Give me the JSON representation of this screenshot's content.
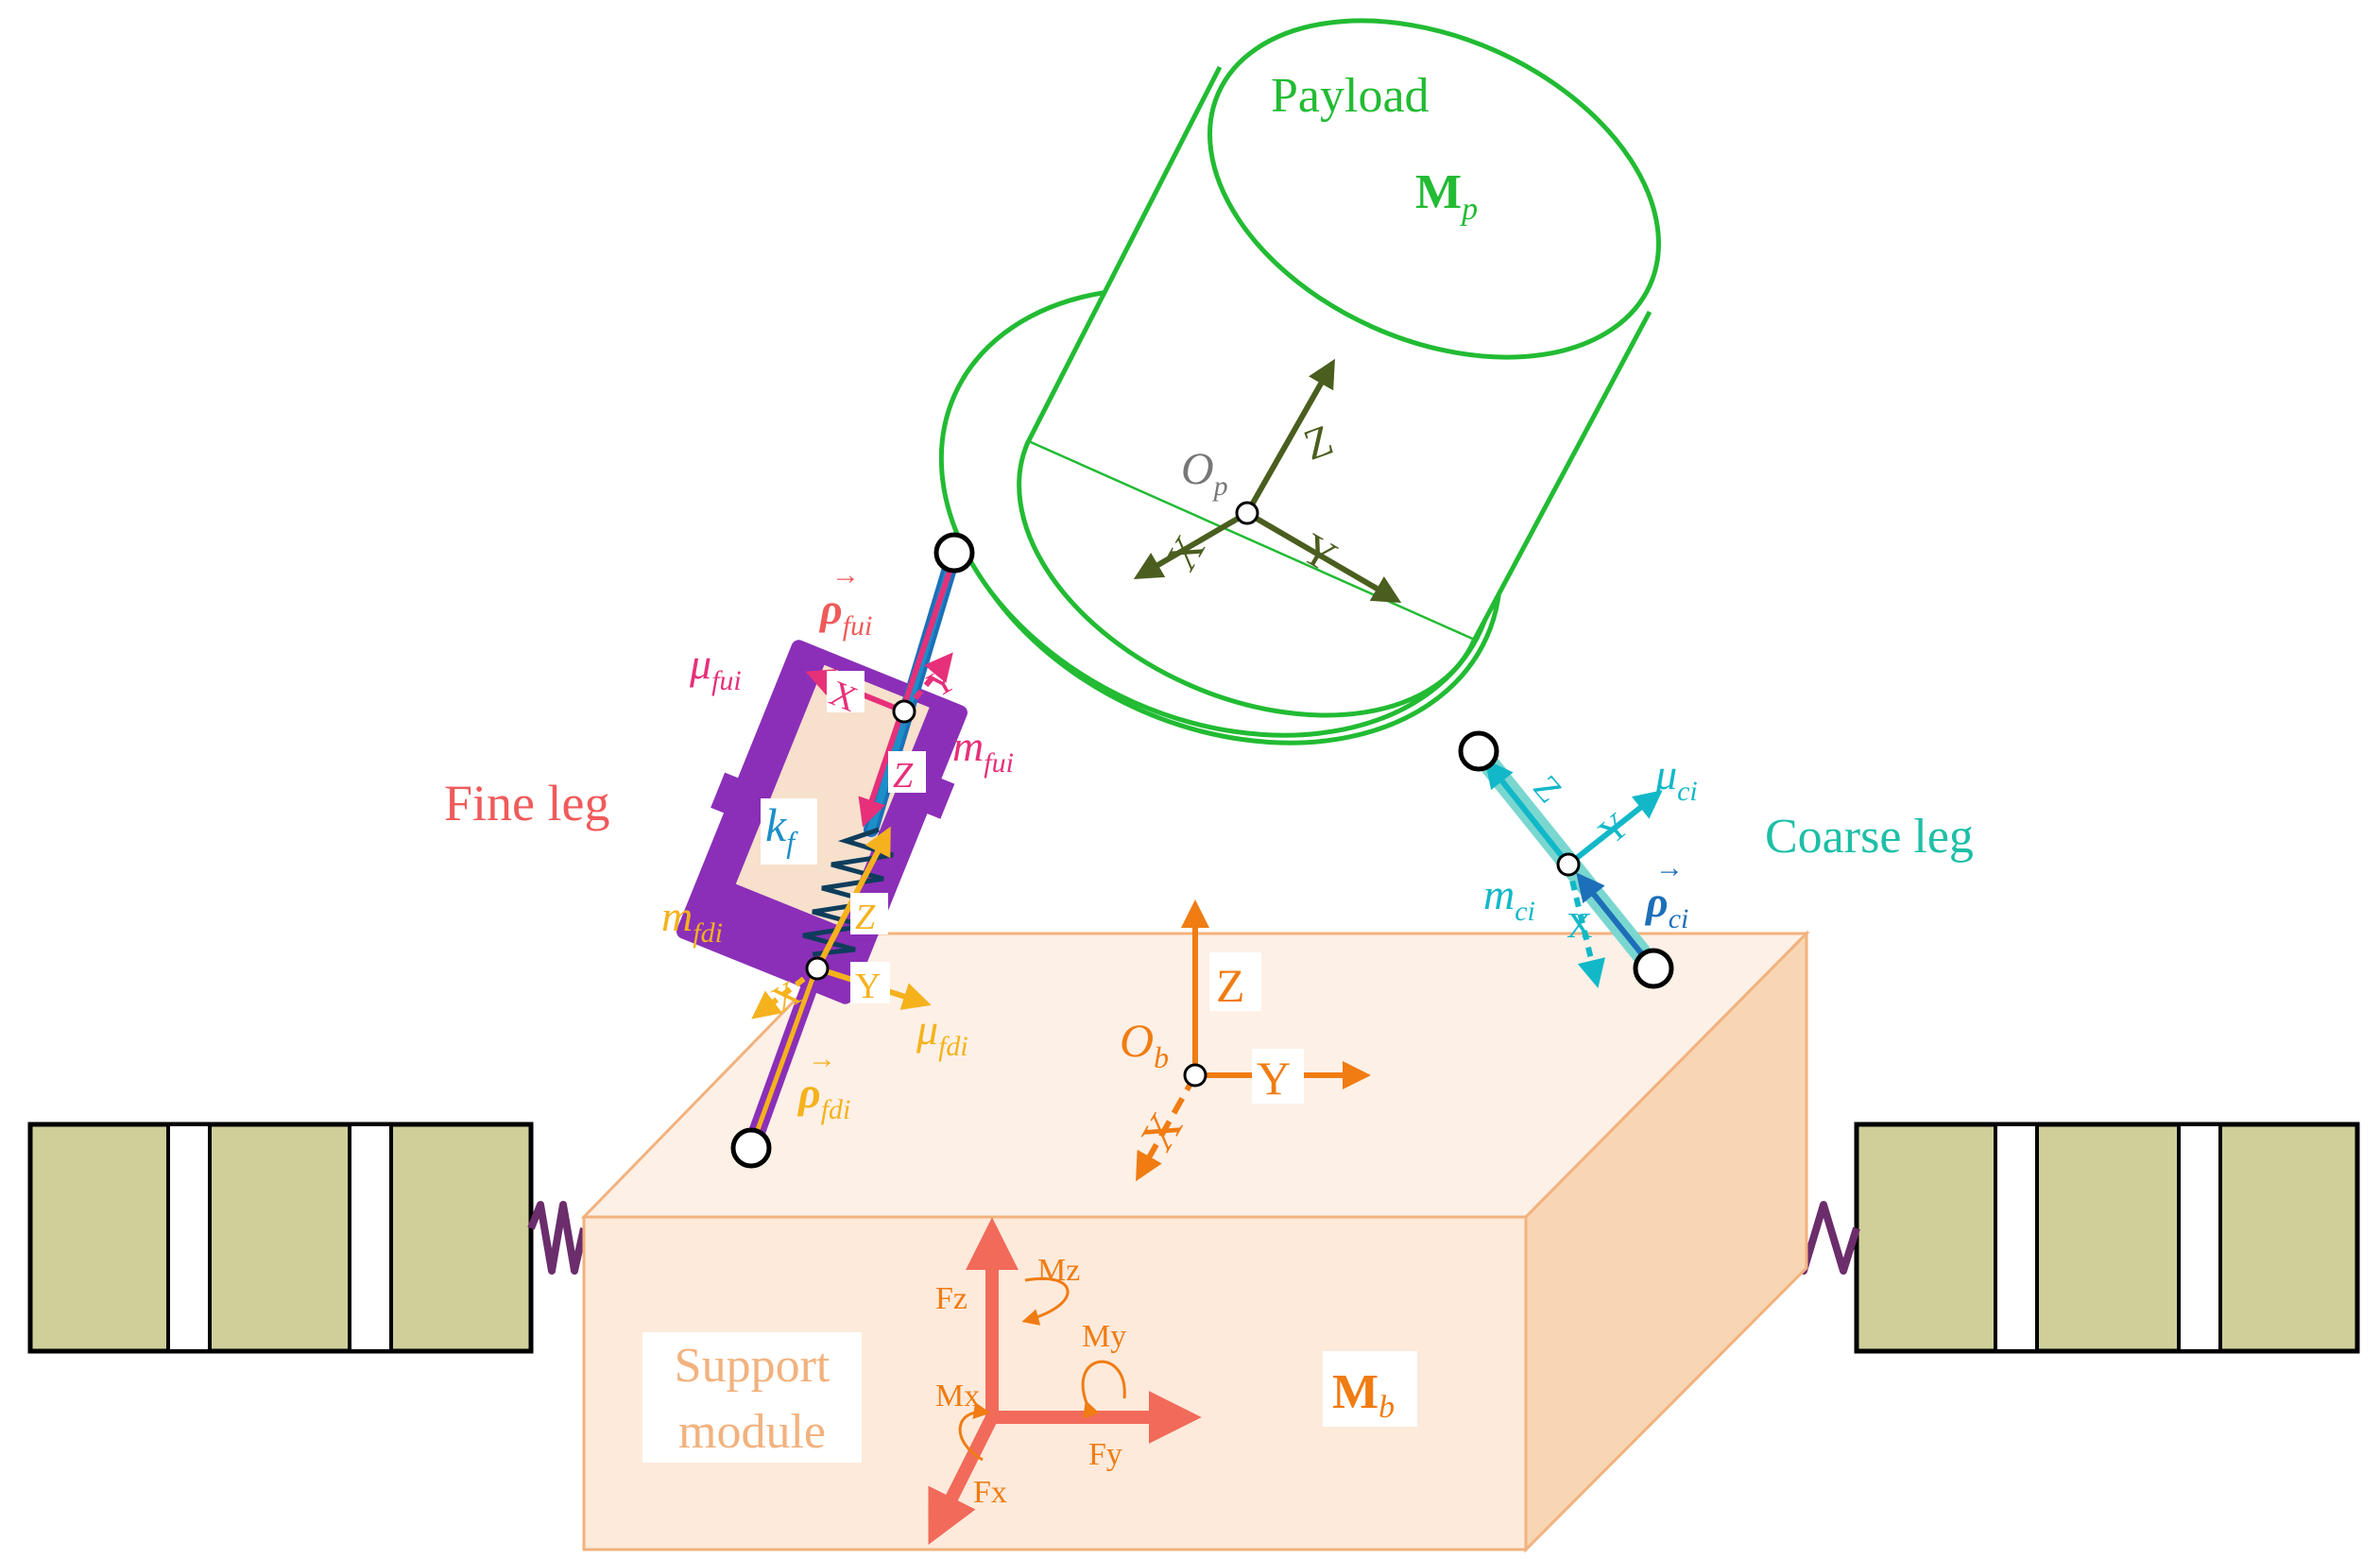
{
  "payload": {
    "label": "Payload",
    "mass_label": "M",
    "mass_sub": "p",
    "origin_label": "O",
    "origin_sub": "p",
    "axes": {
      "z": "Z",
      "x": "X",
      "y": "Y"
    }
  },
  "base": {
    "label_line1": "Support",
    "label_line2": "module",
    "mass_label": "M",
    "mass_sub": "b",
    "origin_label": "O",
    "origin_sub": "b",
    "axes": {
      "z": "Z",
      "x": "X",
      "y": "Y"
    },
    "loads": {
      "fz": "Fz",
      "fx": "Fx",
      "fy": "Fy",
      "mz": "Mz",
      "my": "My",
      "mx": "Mx"
    }
  },
  "fine_leg": {
    "label": "Fine leg",
    "rho_u": "ρ",
    "rho_u_sub": "fui",
    "mu_u": "μ",
    "mu_u_sub": "fui",
    "m_u": "m",
    "m_u_sub": "fui",
    "k": "k",
    "k_sub": "f",
    "m_d": "m",
    "m_d_sub": "fdi",
    "mu_d": "μ",
    "mu_d_sub": "fdi",
    "rho_d": "ρ",
    "rho_d_sub": "fdi",
    "upper_axes": {
      "x": "X",
      "y": "Y",
      "z": "Z"
    },
    "lower_axes": {
      "x": "X",
      "y": "Y",
      "z": "Z"
    }
  },
  "coarse_leg": {
    "label": "Coarse leg",
    "mu": "μ",
    "mu_sub": "ci",
    "m": "m",
    "m_sub": "ci",
    "rho": "ρ",
    "rho_sub": "ci",
    "axes": {
      "z": "Z",
      "y": "Y",
      "x": "X"
    }
  },
  "colors": {
    "payload": "#22bb33",
    "payload_axes": "#4a5e1f",
    "base_fill": "#fdeadb",
    "base_side": "#f8d6b4",
    "base_edge": "#f2b27e",
    "base_axes": "#f07c12",
    "loads": "#f26a5a",
    "fine_leg_label": "#f05a5a",
    "fine_leg_body": "#8b2fb8",
    "fine_upper": "#e6307a",
    "fine_lower": "#f5b21d",
    "spring_k": "#1c8fc8",
    "coarse": "#12b8c8",
    "coarse_label": "#1dbfa6",
    "ground_block": "#cfcf9a",
    "ground_spring": "#6b2d6b"
  }
}
